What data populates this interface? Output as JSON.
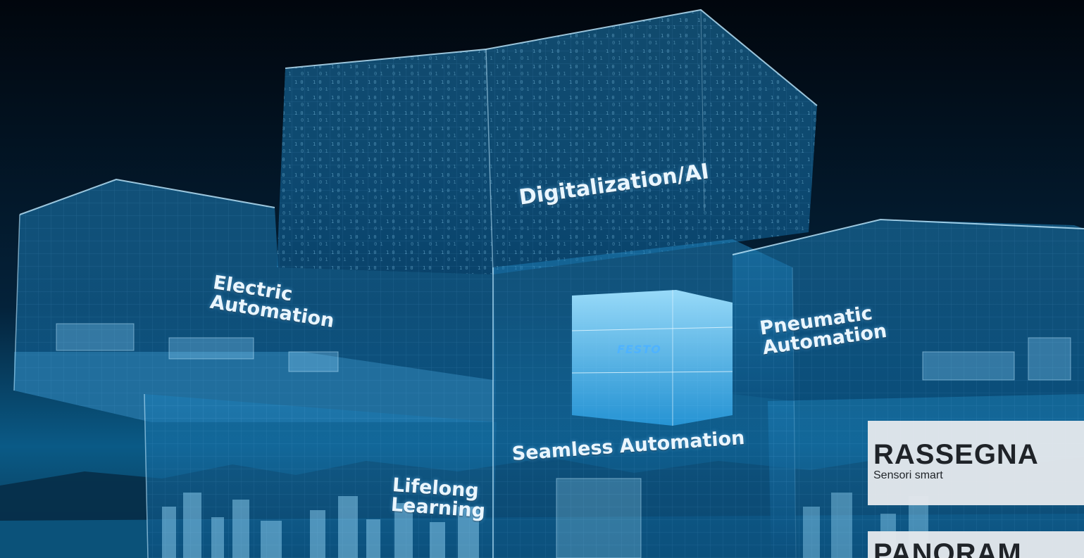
{
  "hero": {
    "labels": {
      "digitalization": "Digitalization/AI",
      "electric_line1": "Electric",
      "electric_line2": "Automation",
      "pneumatic_line1": "Pneumatic",
      "pneumatic_line2": "Automation",
      "seamless": "Seamless Automation",
      "lifelong_line1": "Lifelong",
      "lifelong_line2": "Learning"
    },
    "logo": "FESTO"
  },
  "cards": {
    "rassegna": {
      "title": "RASSEGNA",
      "subtitle": "Sensori smart"
    },
    "panorama": {
      "title": "PANORAM"
    }
  },
  "colors": {
    "background": "#020a14",
    "glow": "#39b7ff",
    "card_bg": "#e4e8ec",
    "card_text": "#1f2328"
  }
}
